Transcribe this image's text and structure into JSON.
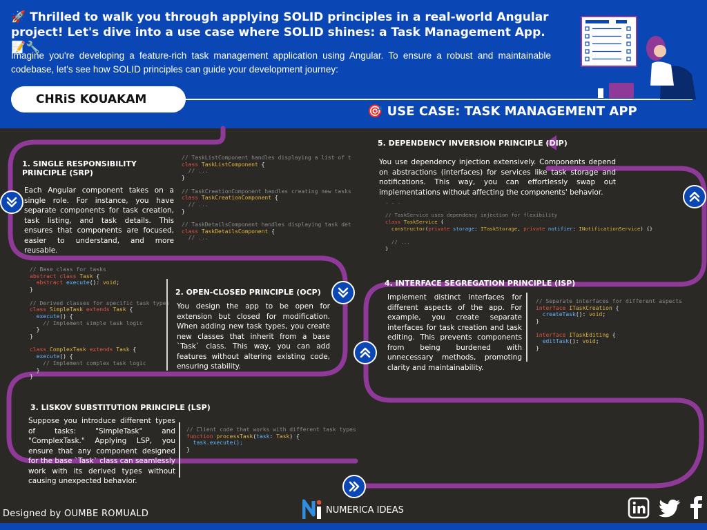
{
  "header": {
    "title": "🚀 Thrilled to walk you through applying SOLID principles in a real-world Angular project! Let's dive into a use case where SOLID shines: a Task Management App. 📝🔧",
    "intro": "Imagine you're developing a feature-rich task management application using Angular. To ensure a robust and maintainable codebase, let's see how SOLID principles can guide your development journey:",
    "author": "CHRiS KOUAKAM",
    "use_case": "🎯 USE CASE: TASK MANAGEMENT APP"
  },
  "sections": {
    "srp": {
      "title": "1. SINGLE RESPONSIBILITY PRINCIPLE (SRP)",
      "body": "Each Angular component takes on a single role. For instance, you have separate components for task creation, task listing, and task details. This ensures that components are focused, easier to understand, and more reusable."
    },
    "ocp": {
      "title": "2. OPEN-CLOSED PRINCIPLE (OCP)",
      "body": "You design the app to be open for extension but closed for modification. When adding new task types, you create new classes that inherit from a base `Task` class. This way, you can add features without altering existing code, ensuring stability."
    },
    "lsp": {
      "title": "3. LISKOV SUBSTITUTION PRINCIPLE (LSP)",
      "body": "Suppose you introduce different types of tasks: \"SimpleTask\" and \"ComplexTask.\" Applying LSP, you ensure that any component designed for the base `Task` class can seamlessly work with its derived types without causing unexpected behavior."
    },
    "isp": {
      "title": "4. INTERFACE SEGREGATION PRINCIPLE (ISP)",
      "body": "Implement distinct interfaces for different aspects of the app. For example, you create separate interfaces for task creation and task editing. This prevents components from being burdened with unnecessary methods, promoting clarity and maintainability."
    },
    "dip": {
      "title": "5. DEPENDENCY INVERSION PRINCIPLE (DIP)",
      "body": "You use dependency injection extensively. Components depend on abstractions (interfaces) for services like task storage and notifications. This way, you can effortlessly swap out implementations without affecting the components' behavior."
    }
  },
  "code": {
    "srp": {
      "c1": "// TaskListComponent handles displaying a list of t",
      "n1": "TaskListComponent",
      "c2": "// TaskCreationComponent handles creating new tasks",
      "n2": "TaskCreationComponent",
      "c3": "// TaskDetailsComponent handles displaying task det",
      "n3": "TaskDetailsComponent",
      "kw": "class",
      "ellipsis": "// ..."
    },
    "ocp": {
      "c1": "// Base class for tasks",
      "l1a": "abstract class",
      "l1b": "Task",
      "l2a": "abstract",
      "l2b": "execute",
      "l2c": "void",
      "c2": "// Derived classes for specific task types",
      "s1": "SimpleTask",
      "ext": "extends",
      "exec": "execute",
      "c3": "// Implement simple task logic",
      "s2": "ComplexTask",
      "c4": "// Implement complex task logic"
    },
    "lsp": {
      "c1": "// Client code that works with different task types",
      "fn": "function",
      "name": "processTask",
      "param": "task",
      "type": "Task",
      "call": "task.execute();"
    },
    "isp": {
      "c1": "// Separate interfaces for different aspects",
      "kw": "interface",
      "i1": "ITaskCreation",
      "m1": "createTask",
      "i2": "ITaskEditing",
      "m2": "editTask",
      "ret": "void"
    },
    "dip": {
      "dots": ". . .",
      "c1": "// TaskService uses dependency injection for flexibility",
      "kw": "class",
      "name": "TaskService",
      "ctor": "constructor",
      "priv": "private",
      "p1": "storage",
      "t1": "ITaskStorage",
      "p2": "notifier",
      "t2": "INotificationService",
      "ellipsis": "// ..."
    }
  },
  "footer": {
    "designer": "Designed by OUMBE ROMUALD",
    "brand": "NUMERICA IDEAS"
  },
  "icons": {
    "down": "double-chevron-down-icon",
    "up": "double-chevron-up-icon",
    "right": "double-chevron-right-icon",
    "linkedin": "linkedin-icon",
    "twitter": "twitter-icon",
    "facebook": "facebook-icon"
  },
  "colors": {
    "header_blue": "#0a46b4",
    "track_purple": "#8f3a99",
    "background": "#2b2926"
  }
}
